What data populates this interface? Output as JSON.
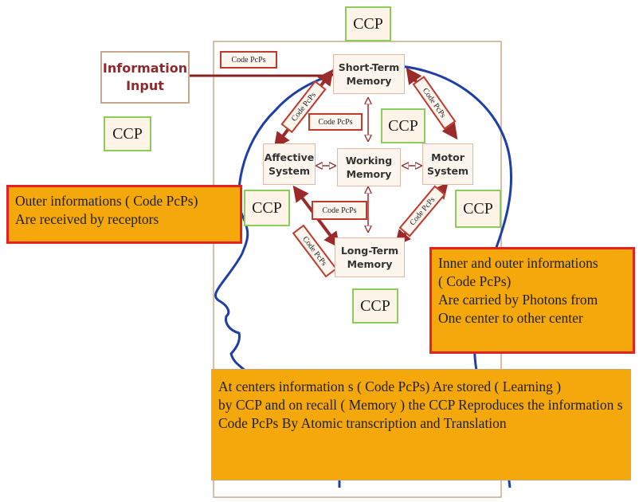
{
  "ccp_label": "CCP",
  "code_label": "Code PcPs",
  "information_input": "Information Input",
  "centers": {
    "short_term": [
      "Short-Term",
      "Memory"
    ],
    "affective": [
      "Affective",
      "System"
    ],
    "working": [
      "Working",
      "Memory"
    ],
    "motor": [
      "Motor",
      "System"
    ],
    "long_term": [
      "Long-Term",
      "Memory"
    ]
  },
  "notes": {
    "outer": [
      "Outer informations   ( Code PcPs)",
      "Are received by receptors"
    ],
    "inner": [
      "Inner  and outer informations",
      "( Code PcPs)",
      "Are   carried by  Photons from",
      "One  center to other  center"
    ],
    "bottom": [
      "At  centers    information s  ( Code PcPs) Are  stored  ( Learning )",
      " by  CCP and on recall ( Memory )  the  CCP  Reproduces  the information s",
      "Code PcPs  By Atomic transcription and Translation"
    ]
  },
  "colors": {
    "head_outline": "#1f3fa8",
    "arrow": "#9b2a2a",
    "ccp_border": "#8ccc5a",
    "note_fill": "#f4a80c",
    "note_border": "#e32222"
  }
}
